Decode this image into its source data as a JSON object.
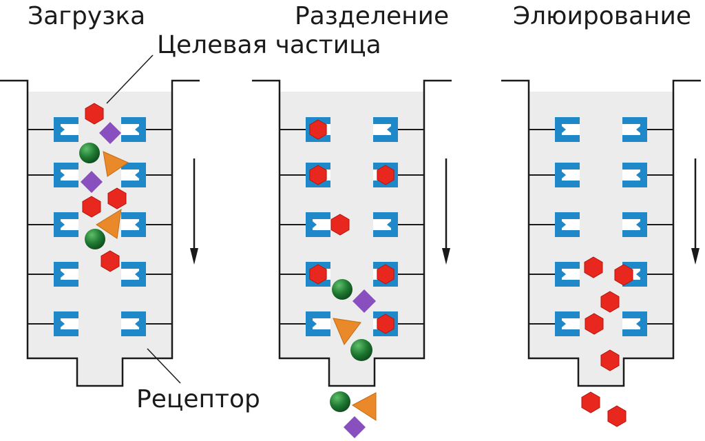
{
  "titles": {
    "loading": "Загрузка",
    "separation": "Разделение",
    "elution": "Элюирование"
  },
  "labels": {
    "target_particle": "Целевая частица",
    "receptor": "Рецептор"
  },
  "colors": {
    "column_fill": "#ececec",
    "outline": "#1a1a1a",
    "receptor": "#1e88c8",
    "target": "#e8281e",
    "green": "#1f7a32",
    "purple": "#8a4fbf",
    "orange": "#e9892a"
  },
  "icons": [
    "hexagon-target-particle",
    "diamond-particle",
    "sphere-particle",
    "triangle-particle",
    "receptor-pocket"
  ]
}
